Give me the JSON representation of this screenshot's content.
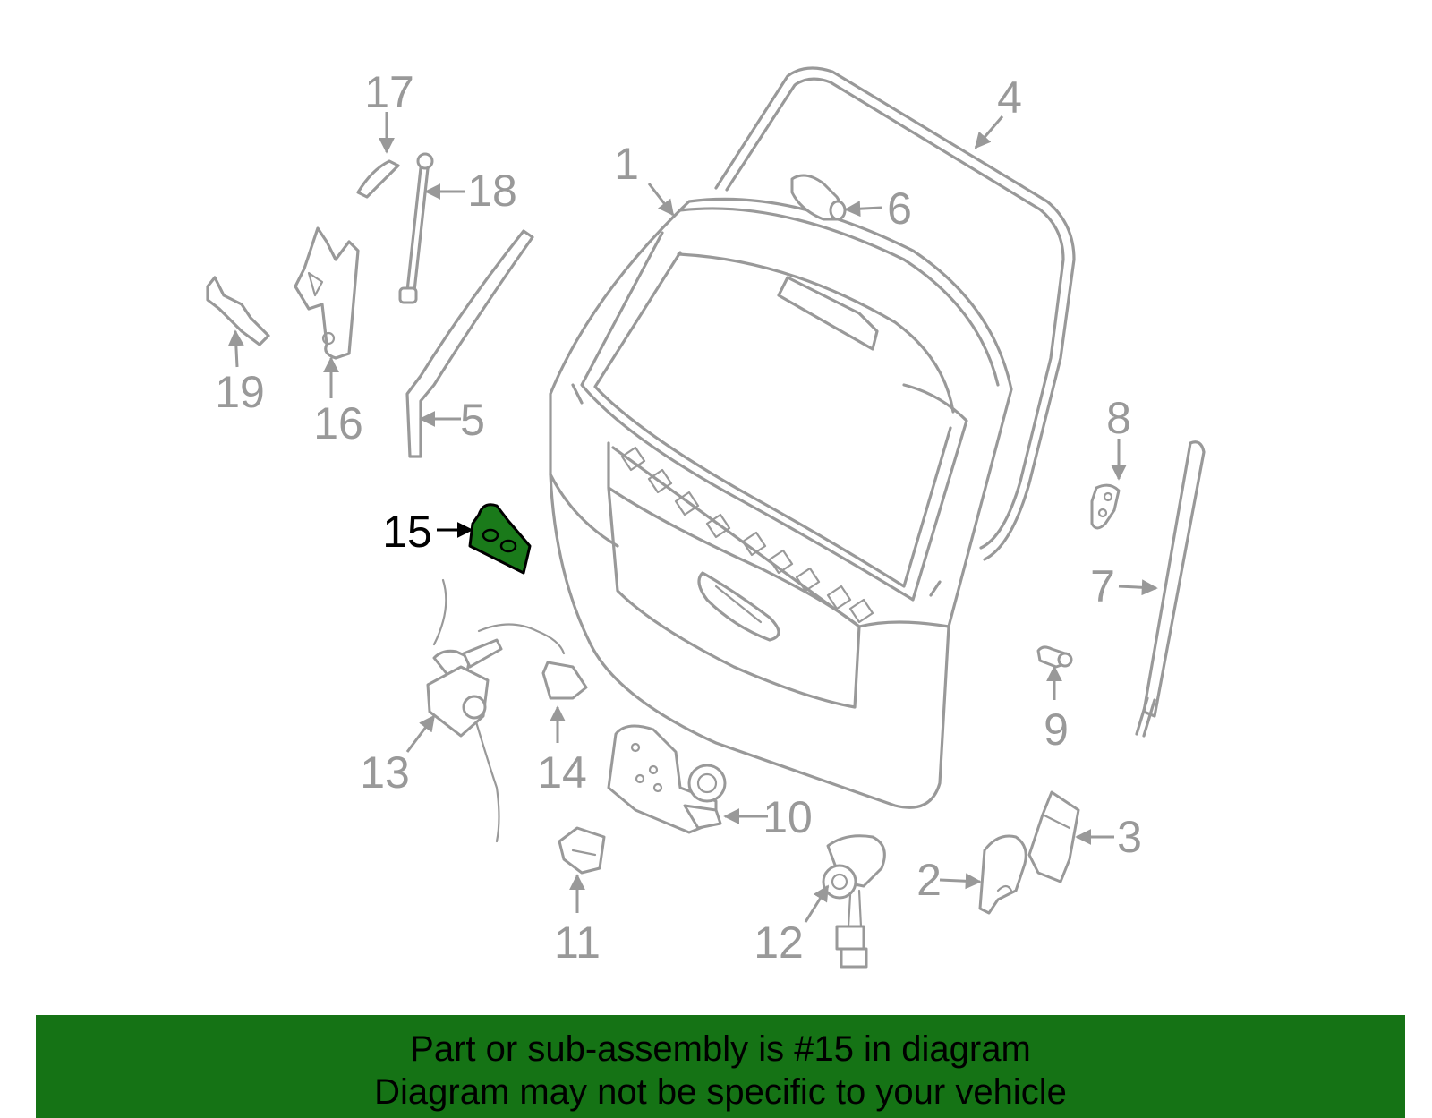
{
  "diagram": {
    "callouts": [
      "1",
      "2",
      "3",
      "4",
      "5",
      "6",
      "7",
      "8",
      "9",
      "10",
      "11",
      "12",
      "13",
      "14",
      "15",
      "16",
      "17",
      "18",
      "19"
    ],
    "highlighted_callout": "15",
    "colors": {
      "line": "#999999",
      "highlight_fill": "#1a7a1a",
      "banner": "#157315",
      "text": "#000000"
    }
  },
  "footer": {
    "line1": "Part or sub-assembly is #15 in diagram",
    "line2": "Diagram may not be specific to your vehicle"
  }
}
